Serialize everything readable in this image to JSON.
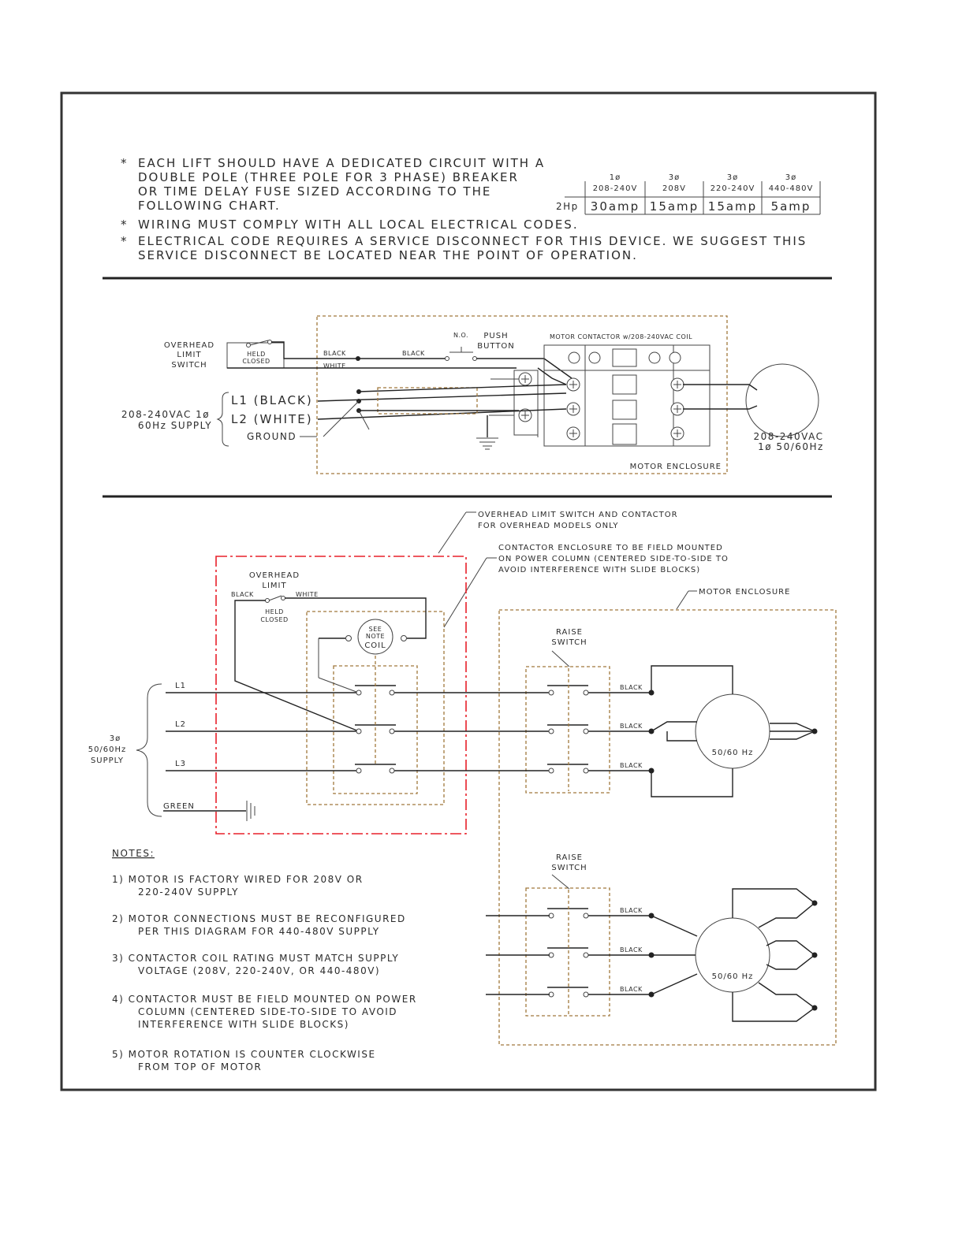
{
  "general_notes": [
    [
      "EACH LIFT SHOULD HAVE A DEDICATED CIRCUIT WITH A",
      "DOUBLE POLE (THREE POLE FOR 3 PHASE) BREAKER",
      "OR TIME DELAY FUSE SIZED ACCORDING TO THE",
      "FOLLOWING CHART."
    ],
    [
      "WIRING MUST COMPLY WITH ALL LOCAL ELECTRICAL CODES."
    ],
    [
      "ELECTRICAL CODE REQUIRES A SERVICE DISCONNECT FOR THIS DEVICE.  WE SUGGEST THIS",
      "SERVICE DISCONNECT BE LOCATED NEAR THE POINT OF OPERATION."
    ]
  ],
  "breaker_chart": {
    "row_label": "2Hp",
    "columns": [
      {
        "phase": "1ø",
        "voltage": "208-240V",
        "value": "30amp"
      },
      {
        "phase": "3ø",
        "voltage": "208V",
        "value": "15amp"
      },
      {
        "phase": "3ø",
        "voltage": "220-240V",
        "value": "15amp"
      },
      {
        "phase": "3ø",
        "voltage": "440-480V",
        "value": "5amp"
      }
    ]
  },
  "single_phase": {
    "overhead_limit_switch": [
      "OVERHEAD",
      "LIMIT",
      "SWITCH"
    ],
    "held_closed": [
      "HELD",
      "CLOSED"
    ],
    "black": "BLACK",
    "white": "WHITE",
    "no": "N.O.",
    "push_button": [
      "PUSH",
      "BUTTON"
    ],
    "contactor_title": "MOTOR CONTACTOR w/208-240VAC COIL",
    "l1": "L1 (BLACK)",
    "l2": "L2 (WHITE)",
    "ground": "GROUND",
    "supply": [
      "208-240VAC 1ø",
      "60Hz SUPPLY"
    ],
    "motor_label": [
      "208-240VAC",
      "1ø 50/60Hz"
    ],
    "motor_enclosure": "MOTOR ENCLOSURE"
  },
  "three_phase": {
    "callout_overhead": [
      "OVERHEAD LIMIT SWITCH AND CONTACTOR",
      "FOR OVERHEAD MODELS ONLY"
    ],
    "callout_contactor": [
      "CONTACTOR ENCLOSURE TO BE FIELD MOUNTED",
      "ON POWER COLUMN (CENTERED SIDE-TO-SIDE TO",
      "AVOID INTERFERENCE WITH SLIDE BLOCKS)"
    ],
    "callout_motor": "MOTOR ENCLOSURE",
    "overhead_limit": [
      "OVERHEAD",
      "LIMIT"
    ],
    "held_closed": [
      "HELD",
      "CLOSED"
    ],
    "black": "BLACK",
    "white": "WHITE",
    "coil": [
      "SEE",
      "NOTE",
      "COIL"
    ],
    "lines": [
      "L1",
      "L2",
      "L3"
    ],
    "green": "GREEN",
    "supply": [
      "3ø",
      "50/60Hz",
      "SUPPLY"
    ],
    "raise_switch": [
      "RAISE",
      "SWITCH"
    ],
    "hz": "50/60  Hz"
  },
  "notes": {
    "heading": "NOTES:",
    "items": [
      [
        "1)  MOTOR IS FACTORY WIRED FOR 208V OR",
        "220-240V SUPPLY"
      ],
      [
        "2)  MOTOR CONNECTIONS MUST BE RECONFIGURED",
        "PER THIS DIAGRAM FOR 440-480V SUPPLY"
      ],
      [
        "3)  CONTACTOR COIL RATING MUST MATCH SUPPLY",
        "VOLTAGE (208V, 220-240V, OR 440-480V)"
      ],
      [
        "4)  CONTACTOR MUST BE FIELD MOUNTED ON POWER",
        "COLUMN (CENTERED SIDE-TO-SIDE TO AVOID",
        "INTERFERENCE WITH SLIDE BLOCKS)"
      ],
      [
        "5)  MOTOR ROTATION IS COUNTER CLOCKWISE",
        "FROM TOP OF MOTOR"
      ]
    ]
  }
}
